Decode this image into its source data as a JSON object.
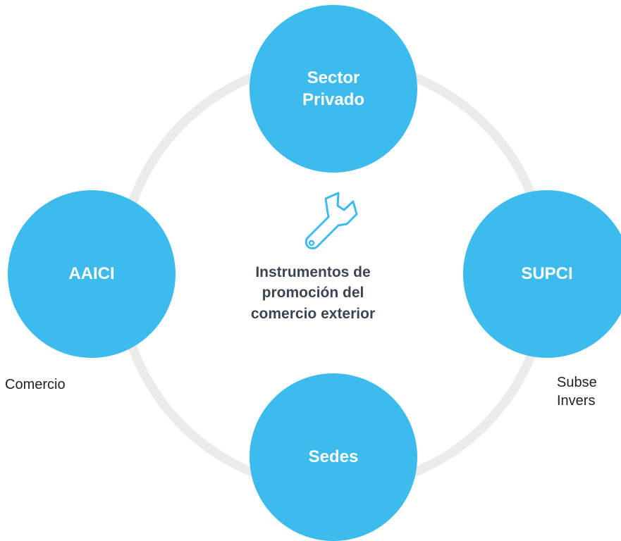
{
  "colors": {
    "node_fill": "#3cbbec",
    "node_text": "#ffffff",
    "ring": "#ebebeb",
    "center_text": "#3b4554",
    "side_text": "#222222",
    "icon": "#3cbbec"
  },
  "center": {
    "icon": "wrench-icon",
    "title": "Instrumentos de\npromoción del\ncomercio exterior"
  },
  "nodes": {
    "top": {
      "line1": "Sector",
      "line2": "Privado"
    },
    "left": {
      "label": "AAICI"
    },
    "right": {
      "label": "SUPCI"
    },
    "bottom": {
      "label": "Sedes"
    }
  },
  "side_labels": {
    "left": "Comercio",
    "right": "Subse\nInvers"
  }
}
